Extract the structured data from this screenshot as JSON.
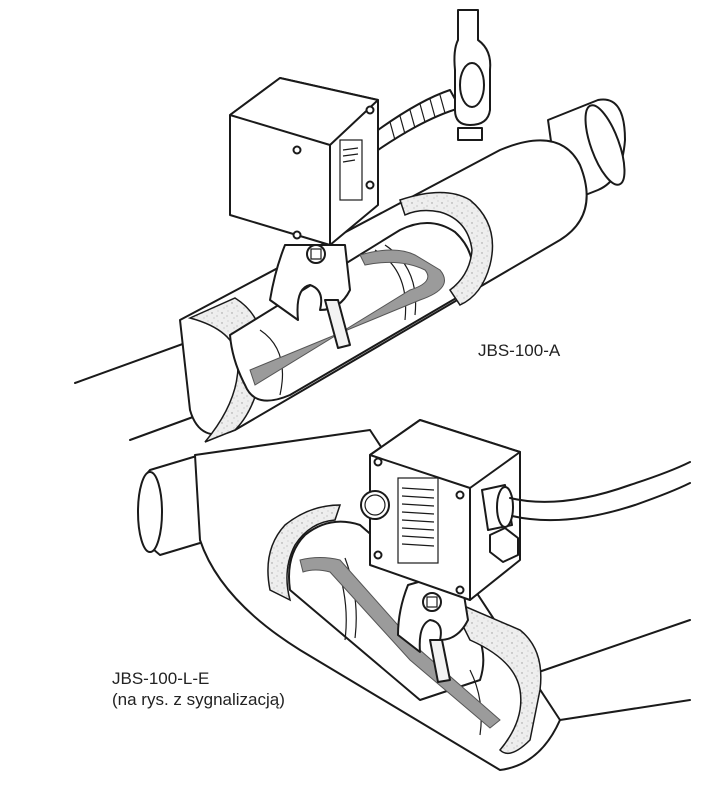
{
  "diagram": {
    "label_top": "JBS-100-A",
    "label_bottom_line1": "JBS-100-L-E",
    "label_bottom_line2": "(na rys. z sygnalizacją)"
  },
  "colors": {
    "line": "#1a1a1a",
    "tape": "#9b9b9b",
    "insulation": "#e6e6e6",
    "background": "#ffffff"
  }
}
